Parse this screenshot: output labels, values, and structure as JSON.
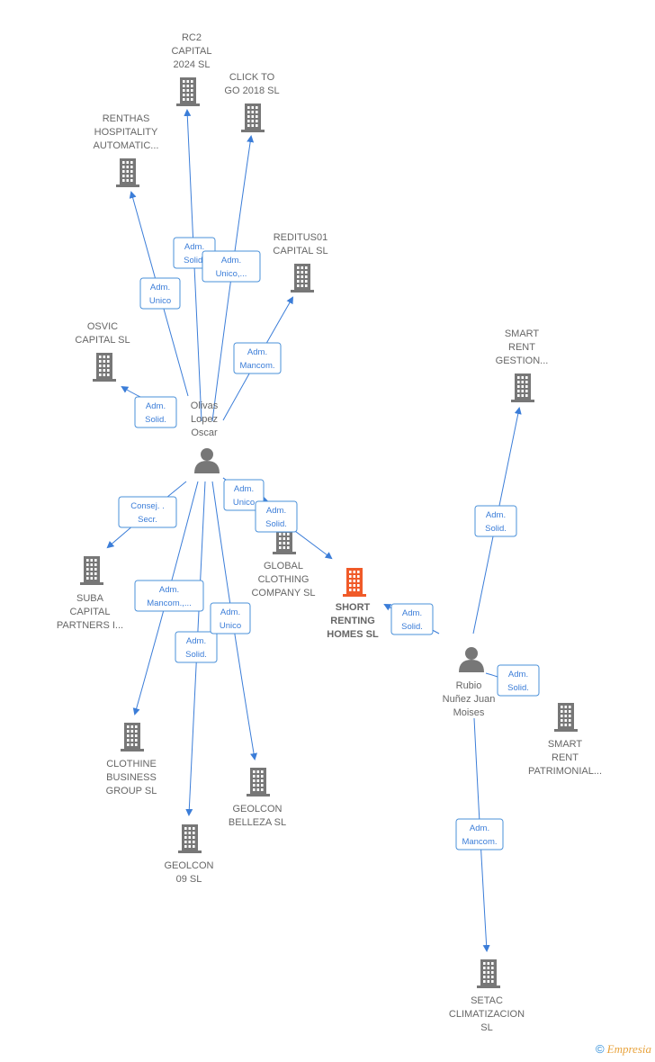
{
  "colors": {
    "edge": "#3b7dd8",
    "building": "#777777",
    "focus": "#f05a28",
    "person": "#777777"
  },
  "nodes": [
    {
      "id": "rc2",
      "type": "company",
      "lines": [
        "RC2",
        "CAPITAL",
        "2024  SL"
      ],
      "icon": "building-icon"
    },
    {
      "id": "click",
      "type": "company",
      "lines": [
        "CLICK TO",
        "GO 2018  SL"
      ],
      "icon": "building-icon"
    },
    {
      "id": "renthas",
      "type": "company",
      "lines": [
        "RENTHAS",
        "HOSPITALITY",
        "AUTOMATIC..."
      ],
      "icon": "building-icon"
    },
    {
      "id": "reditus",
      "type": "company",
      "lines": [
        "REDITUS01",
        "CAPITAL  SL"
      ],
      "icon": "building-icon"
    },
    {
      "id": "osvic",
      "type": "company",
      "lines": [
        "OSVIC",
        "CAPITAL  SL"
      ],
      "icon": "building-icon"
    },
    {
      "id": "olivas",
      "type": "person",
      "lines": [
        "Olivas",
        "Lopez",
        "Oscar"
      ],
      "icon": "person-icon"
    },
    {
      "id": "smartgest",
      "type": "company",
      "lines": [
        "SMART",
        "RENT",
        "GESTION..."
      ],
      "icon": "building-icon"
    },
    {
      "id": "global",
      "type": "company",
      "lines": [
        "GLOBAL",
        "CLOTHING",
        "COMPANY SL"
      ],
      "icon": "building-icon"
    },
    {
      "id": "short",
      "type": "focus",
      "lines": [
        "SHORT",
        "RENTING",
        "HOMES  SL"
      ],
      "icon": "building-icon"
    },
    {
      "id": "suba",
      "type": "company",
      "lines": [
        "SUBA",
        "CAPITAL",
        "PARTNERS I..."
      ],
      "icon": "building-icon"
    },
    {
      "id": "rubio",
      "type": "person",
      "lines": [
        "Rubio",
        "Nuñez Juan",
        "Moises"
      ],
      "icon": "person-icon"
    },
    {
      "id": "smartpat",
      "type": "company",
      "lines": [
        "SMART",
        "RENT",
        "PATRIMONIAL..."
      ],
      "icon": "building-icon"
    },
    {
      "id": "clothine",
      "type": "company",
      "lines": [
        "CLOTHINE",
        "BUSINESS",
        "GROUP  SL"
      ],
      "icon": "building-icon"
    },
    {
      "id": "geolconb",
      "type": "company",
      "lines": [
        "GEOLCON",
        "BELLEZA SL"
      ],
      "icon": "building-icon"
    },
    {
      "id": "geolcon09",
      "type": "company",
      "lines": [
        "GEOLCON",
        "09 SL"
      ],
      "icon": "building-icon"
    },
    {
      "id": "setac",
      "type": "company",
      "lines": [
        "SETAC",
        "CLIMATIZACION",
        "SL"
      ],
      "icon": "building-icon"
    }
  ],
  "edges": [
    {
      "from": "olivas",
      "to": "rc2",
      "label": [
        "Adm.",
        "Solid."
      ]
    },
    {
      "from": "olivas",
      "to": "click",
      "label": [
        "Adm.",
        "Unico,..."
      ]
    },
    {
      "from": "olivas",
      "to": "renthas",
      "label": [
        "Adm.",
        "Unico"
      ]
    },
    {
      "from": "olivas",
      "to": "reditus",
      "label": [
        "Adm.",
        "Mancom."
      ]
    },
    {
      "from": "olivas",
      "to": "osvic",
      "label": [
        "Adm.",
        "Solid."
      ]
    },
    {
      "from": "olivas",
      "to": "global",
      "label": [
        "Adm.",
        "Unico"
      ]
    },
    {
      "from": "olivas",
      "to": "short",
      "label": [
        "Adm.",
        "Solid."
      ]
    },
    {
      "from": "olivas",
      "to": "suba",
      "label": [
        "Consej. .",
        "Secr."
      ]
    },
    {
      "from": "olivas",
      "to": "clothine",
      "label": [
        "Adm.",
        "Mancom.,..."
      ]
    },
    {
      "from": "olivas",
      "to": "geolcon09",
      "label": [
        "Adm.",
        "Solid."
      ]
    },
    {
      "from": "olivas",
      "to": "geolconb",
      "label": [
        "Adm.",
        "Unico"
      ]
    },
    {
      "from": "rubio",
      "to": "smartgest",
      "label": [
        "Adm.",
        "Solid."
      ]
    },
    {
      "from": "rubio",
      "to": "short",
      "label": [
        "Adm.",
        "Solid."
      ]
    },
    {
      "from": "rubio",
      "to": "smartpat",
      "label": [
        "Adm.",
        "Solid."
      ]
    },
    {
      "from": "rubio",
      "to": "setac",
      "label": [
        "Adm.",
        "Mancom."
      ]
    }
  ],
  "footer": {
    "copyright": "©",
    "brand": "Empresia"
  }
}
